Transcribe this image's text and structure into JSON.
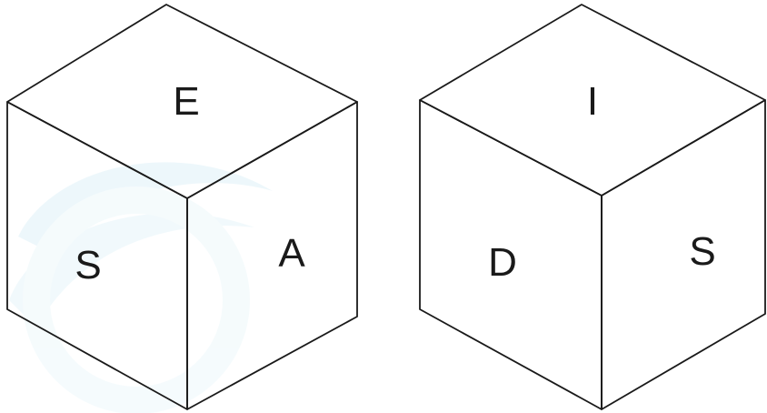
{
  "cubes": [
    {
      "faces": {
        "top": "E",
        "left": "S",
        "right": "A"
      }
    },
    {
      "faces": {
        "top": "I",
        "left": "D",
        "right": "S"
      }
    }
  ],
  "colors": {
    "edge": "#1a1a1a",
    "letter": "#1a1a1a",
    "background": "#ffffff",
    "watermark": "#bfe3f0"
  }
}
